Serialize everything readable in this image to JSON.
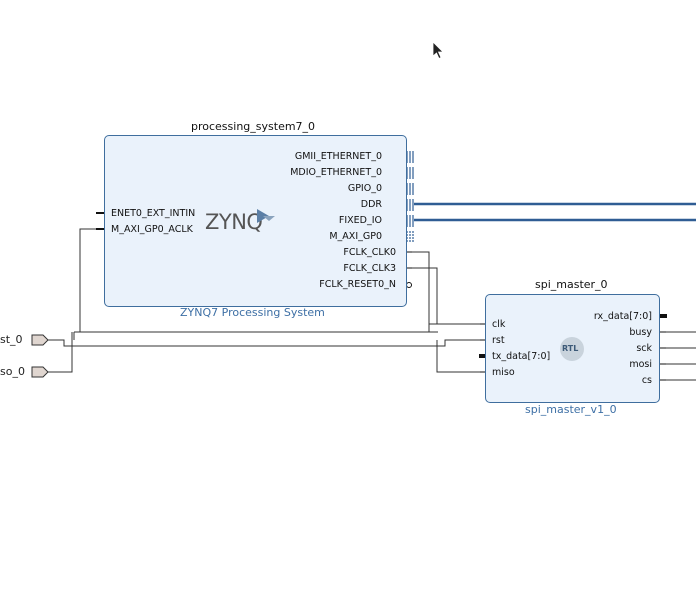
{
  "ext_ports": {
    "rst_label": "st_0",
    "miso_label": "so_0"
  },
  "ps": {
    "instance": "processing_system7_0",
    "subtitle": "ZYNQ7 Processing System",
    "logo": "ZYNQ",
    "left_ports": [
      "ENET0_EXT_INTIN",
      "M_AXI_GP0_ACLK"
    ],
    "right_ports": [
      "GMII_ETHERNET_0",
      "MDIO_ETHERNET_0",
      "GPIO_0",
      "DDR",
      "FIXED_IO",
      "M_AXI_GP0",
      "FCLK_CLK0",
      "FCLK_CLK3",
      "FCLK_RESET0_N"
    ]
  },
  "spi": {
    "instance": "spi_master_0",
    "subtitle": "spi_master_v1_0",
    "logo": "RTL",
    "left_ports": [
      "clk",
      "rst",
      "tx_data[7:0]",
      "miso"
    ],
    "right_ports": [
      "rx_data[7:0]",
      "busy",
      "sck",
      "mosi",
      "cs"
    ]
  },
  "colors": {
    "block_fill": "#eaf2fb",
    "block_border": "#3f6e9e",
    "bus": "#2f5d94",
    "wire": "#333333",
    "ext_port_fill": "#e0d6d0"
  },
  "icons": [
    "mouse-cursor-icon",
    "expand-plus-icon",
    "bus-port-icon",
    "rtl-icon",
    "zynq-logo"
  ]
}
